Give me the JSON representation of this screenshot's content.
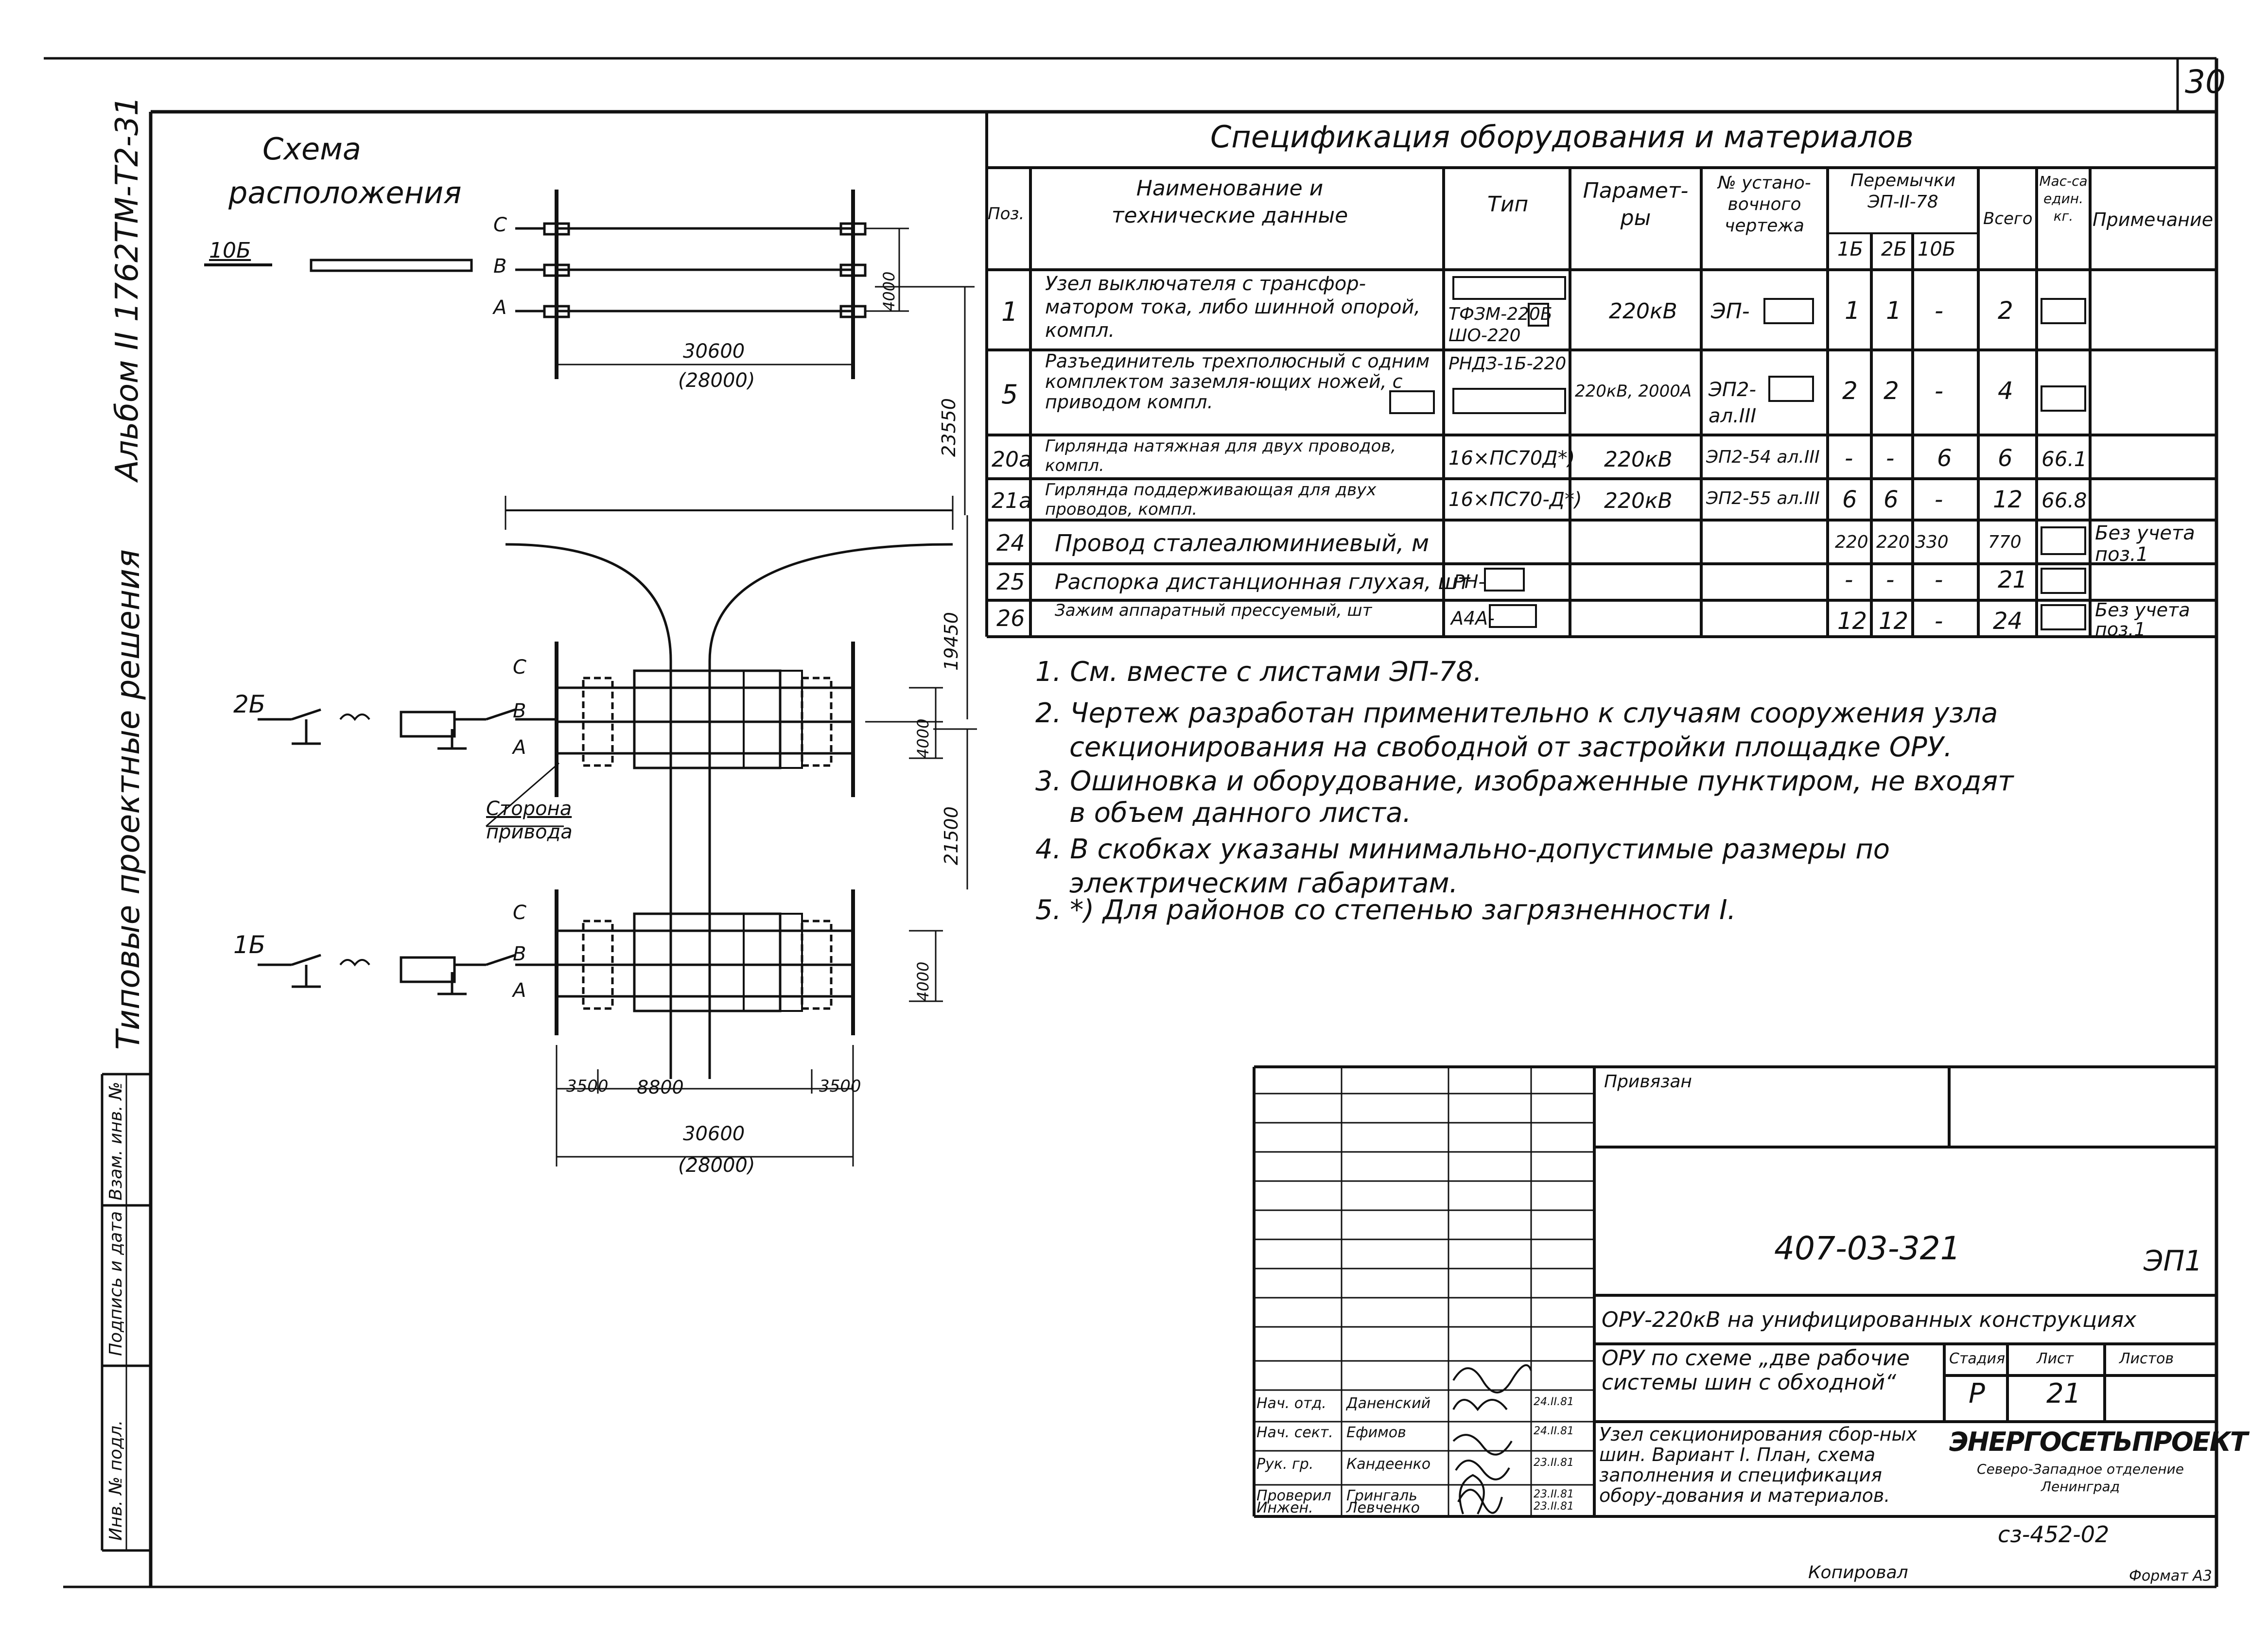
{
  "sheet": {
    "number": "30"
  },
  "side": {
    "album": "Альбом",
    "album_num": "II",
    "album_code": "1762ТМ-Т2-31",
    "typical": "Типовые проектные решения",
    "stamp": [
      "Взам. инв. №",
      "Подпись и дата",
      "Инв. № подл."
    ]
  },
  "scheme": {
    "title_line1": "Схема",
    "title_line2": "расположения",
    "tag_10": "10Б",
    "tag_25": "2Б",
    "tag_15": "1Б",
    "phase_c": "С",
    "phase_b": "В",
    "phase_a": "А",
    "dim_30600": "30600",
    "dim_28000": "(28000)",
    "dim_4000": "4000",
    "dim_23550": "23550",
    "dim_19450": "19450",
    "dim_21500": "21500",
    "dim_3500": "3500",
    "dim_8800": "8800",
    "drive_side_1": "Сторона",
    "drive_side_2": "привода"
  },
  "spec": {
    "title": "Спецификация оборудования и материалов",
    "headers": {
      "pos": "Поз.",
      "name": "Наименование и технические данные",
      "type": "Тип",
      "params": "Парамет-ры",
      "drawing": "№ устано-вочного чертежа",
      "group": "Перемычки ЭП-II-78",
      "c1": "1Б",
      "c2": "2Б",
      "c3": "10Б",
      "total": "Всего",
      "mass": "Мас-са един. кг.",
      "note": "Примечание"
    },
    "rows": [
      {
        "pos": "1",
        "name": "Узел выключателя с трансфор-матором тока, либо шинной опорой, компл.",
        "type": "ТФЗМ-220Б ШО-220",
        "params": "220кВ",
        "drawing": "ЭП-",
        "c1": "1",
        "c2": "1",
        "c3": "-",
        "total": "2",
        "mass": "",
        "note": ""
      },
      {
        "pos": "5",
        "name": "Разъединитель трехполюсный с одним комплектом заземля-ющих ножей, с приводом компл.",
        "type": "РНДЗ-1Б-220",
        "params": "220кВ, 2000А",
        "drawing": "ЭП2- ал.III",
        "c1": "2",
        "c2": "2",
        "c3": "-",
        "total": "4",
        "mass": "",
        "note": ""
      },
      {
        "pos": "20а",
        "name": "Гирлянда натяжная для двух проводов, компл.",
        "type": "16×ПС70Д*)",
        "params": "220кВ",
        "drawing": "ЭП2-54 ал.III",
        "c1": "-",
        "c2": "-",
        "c3": "6",
        "total": "6",
        "mass": "66.1",
        "note": ""
      },
      {
        "pos": "21а",
        "name": "Гирлянда поддерживающая для двух проводов, компл.",
        "type": "16×ПС70-Д*)",
        "params": "220кВ",
        "drawing": "ЭП2-55 ал.III",
        "c1": "6",
        "c2": "6",
        "c3": "-",
        "total": "12",
        "mass": "66.8",
        "note": ""
      },
      {
        "pos": "24",
        "name": "Провод сталеалюминиевый, м",
        "type": "",
        "params": "",
        "drawing": "",
        "c1": "220",
        "c2": "220",
        "c3": "330",
        "total": "770",
        "mass": "",
        "note": "Без учета поз.1"
      },
      {
        "pos": "25",
        "name": "Распорка дистанционная глухая, шт",
        "type": "РН-",
        "params": "",
        "drawing": "",
        "c1": "-",
        "c2": "-",
        "c3": "-",
        "total": "21",
        "mass": "",
        "note": ""
      },
      {
        "pos": "26",
        "name": "Зажим аппаратный прессуемый, шт",
        "type": "А4А-",
        "params": "",
        "drawing": "",
        "c1": "12",
        "c2": "12",
        "c3": "-",
        "total": "24",
        "mass": "",
        "note": "Без учета поз.1"
      }
    ]
  },
  "notes": [
    "1. См. вместе с листами ЭП-78.",
    "2. Чертеж разработан применительно к случаям сооружения узла",
    "секционирования на свободной от застройки площадке ОРУ.",
    "3. Ошиновка и оборудование, изображенные пунктиром, не входят",
    "в объем данного листа.",
    "4. В скобках указаны минимально-допустимые размеры по",
    "электрическим габаритам.",
    "5. *) Для районов со степенью загрязненности I."
  ],
  "title_block": {
    "privyazan": "Привязан",
    "code": "407-03-321",
    "mark": "ЭП1",
    "project": "ОРУ-220кВ на унифицированных конструкциях",
    "scheme": "ОРУ по схеме „две рабочие системы шин с обходной“",
    "stage_h": "Стадия",
    "sheet_h": "Лист",
    "sheets_h": "Листов",
    "stage": "Р",
    "sheet": "21",
    "sheets": "",
    "description": "Узел секционирования сбор-ных шин. Вариант I. План, схема заполнения и спецификация обору-дования и материалов.",
    "org": "ЭНЕРГОСЕТЬПРОЕКТ",
    "org_sub": "Северо-Западное отделение Ленинград",
    "roles": [
      {
        "role": "Нач. отд.",
        "name": "Даненский",
        "date": "24.II.81"
      },
      {
        "role": "Нач. сект.",
        "name": "Ефимов",
        "date": "24.II.81"
      },
      {
        "role": "Рук. гр.",
        "name": "Кандеенко",
        "date": "23.II.81"
      },
      {
        "role": "Проверил",
        "name": "Грингаль",
        "date": "23.II.81"
      },
      {
        "role": "Инжен.",
        "name": "Левченко",
        "date": "23.II.81"
      }
    ],
    "inv": "сз-452-02"
  },
  "footer": {
    "copied": "Копировал",
    "format": "Формат А3"
  }
}
